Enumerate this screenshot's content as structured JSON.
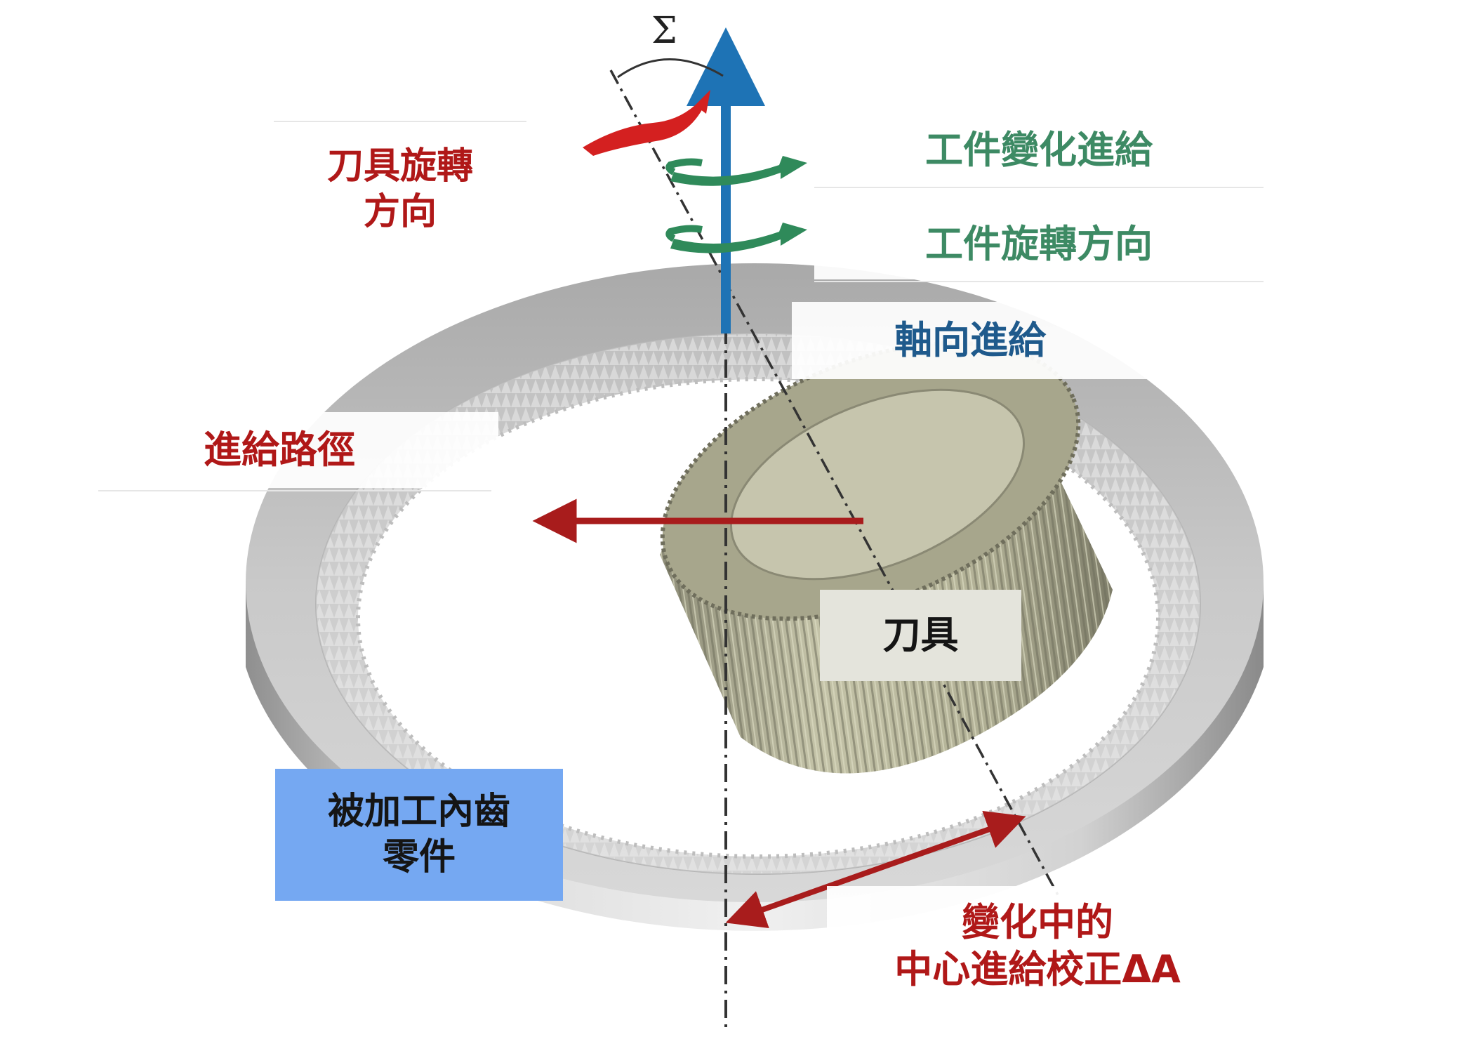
{
  "figure": {
    "angle_symbol": "Σ",
    "labels": {
      "tool_rotation": [
        "刀具旋轉",
        "方向"
      ],
      "workpiece_variable_feed": "工件變化進給",
      "workpiece_rotation": "工件旋轉方向",
      "axial_feed": "軸向進給",
      "feed_path": "進給路徑",
      "tool": "刀具",
      "internal_gear_workpiece": [
        "被加工內齒",
        "零件"
      ],
      "center_feed_correction": [
        "變化中的",
        "中心進給校正ΔA"
      ]
    },
    "colors": {
      "red_label": "#b01818",
      "green_label": "#3d8a64",
      "blue_label": "#1f5a8c",
      "workpiece_box": "#75a8f2",
      "tool_box": "#e4e4dc",
      "axis_arrow": "#1e73b5",
      "feed_arrow": "#a81c1c",
      "rotation_arrow_green": "#2f8a5a",
      "rotation_arrow_red": "#d42020",
      "ring_gear": "#c8c8c8",
      "cutter": "#b7b69c"
    }
  }
}
